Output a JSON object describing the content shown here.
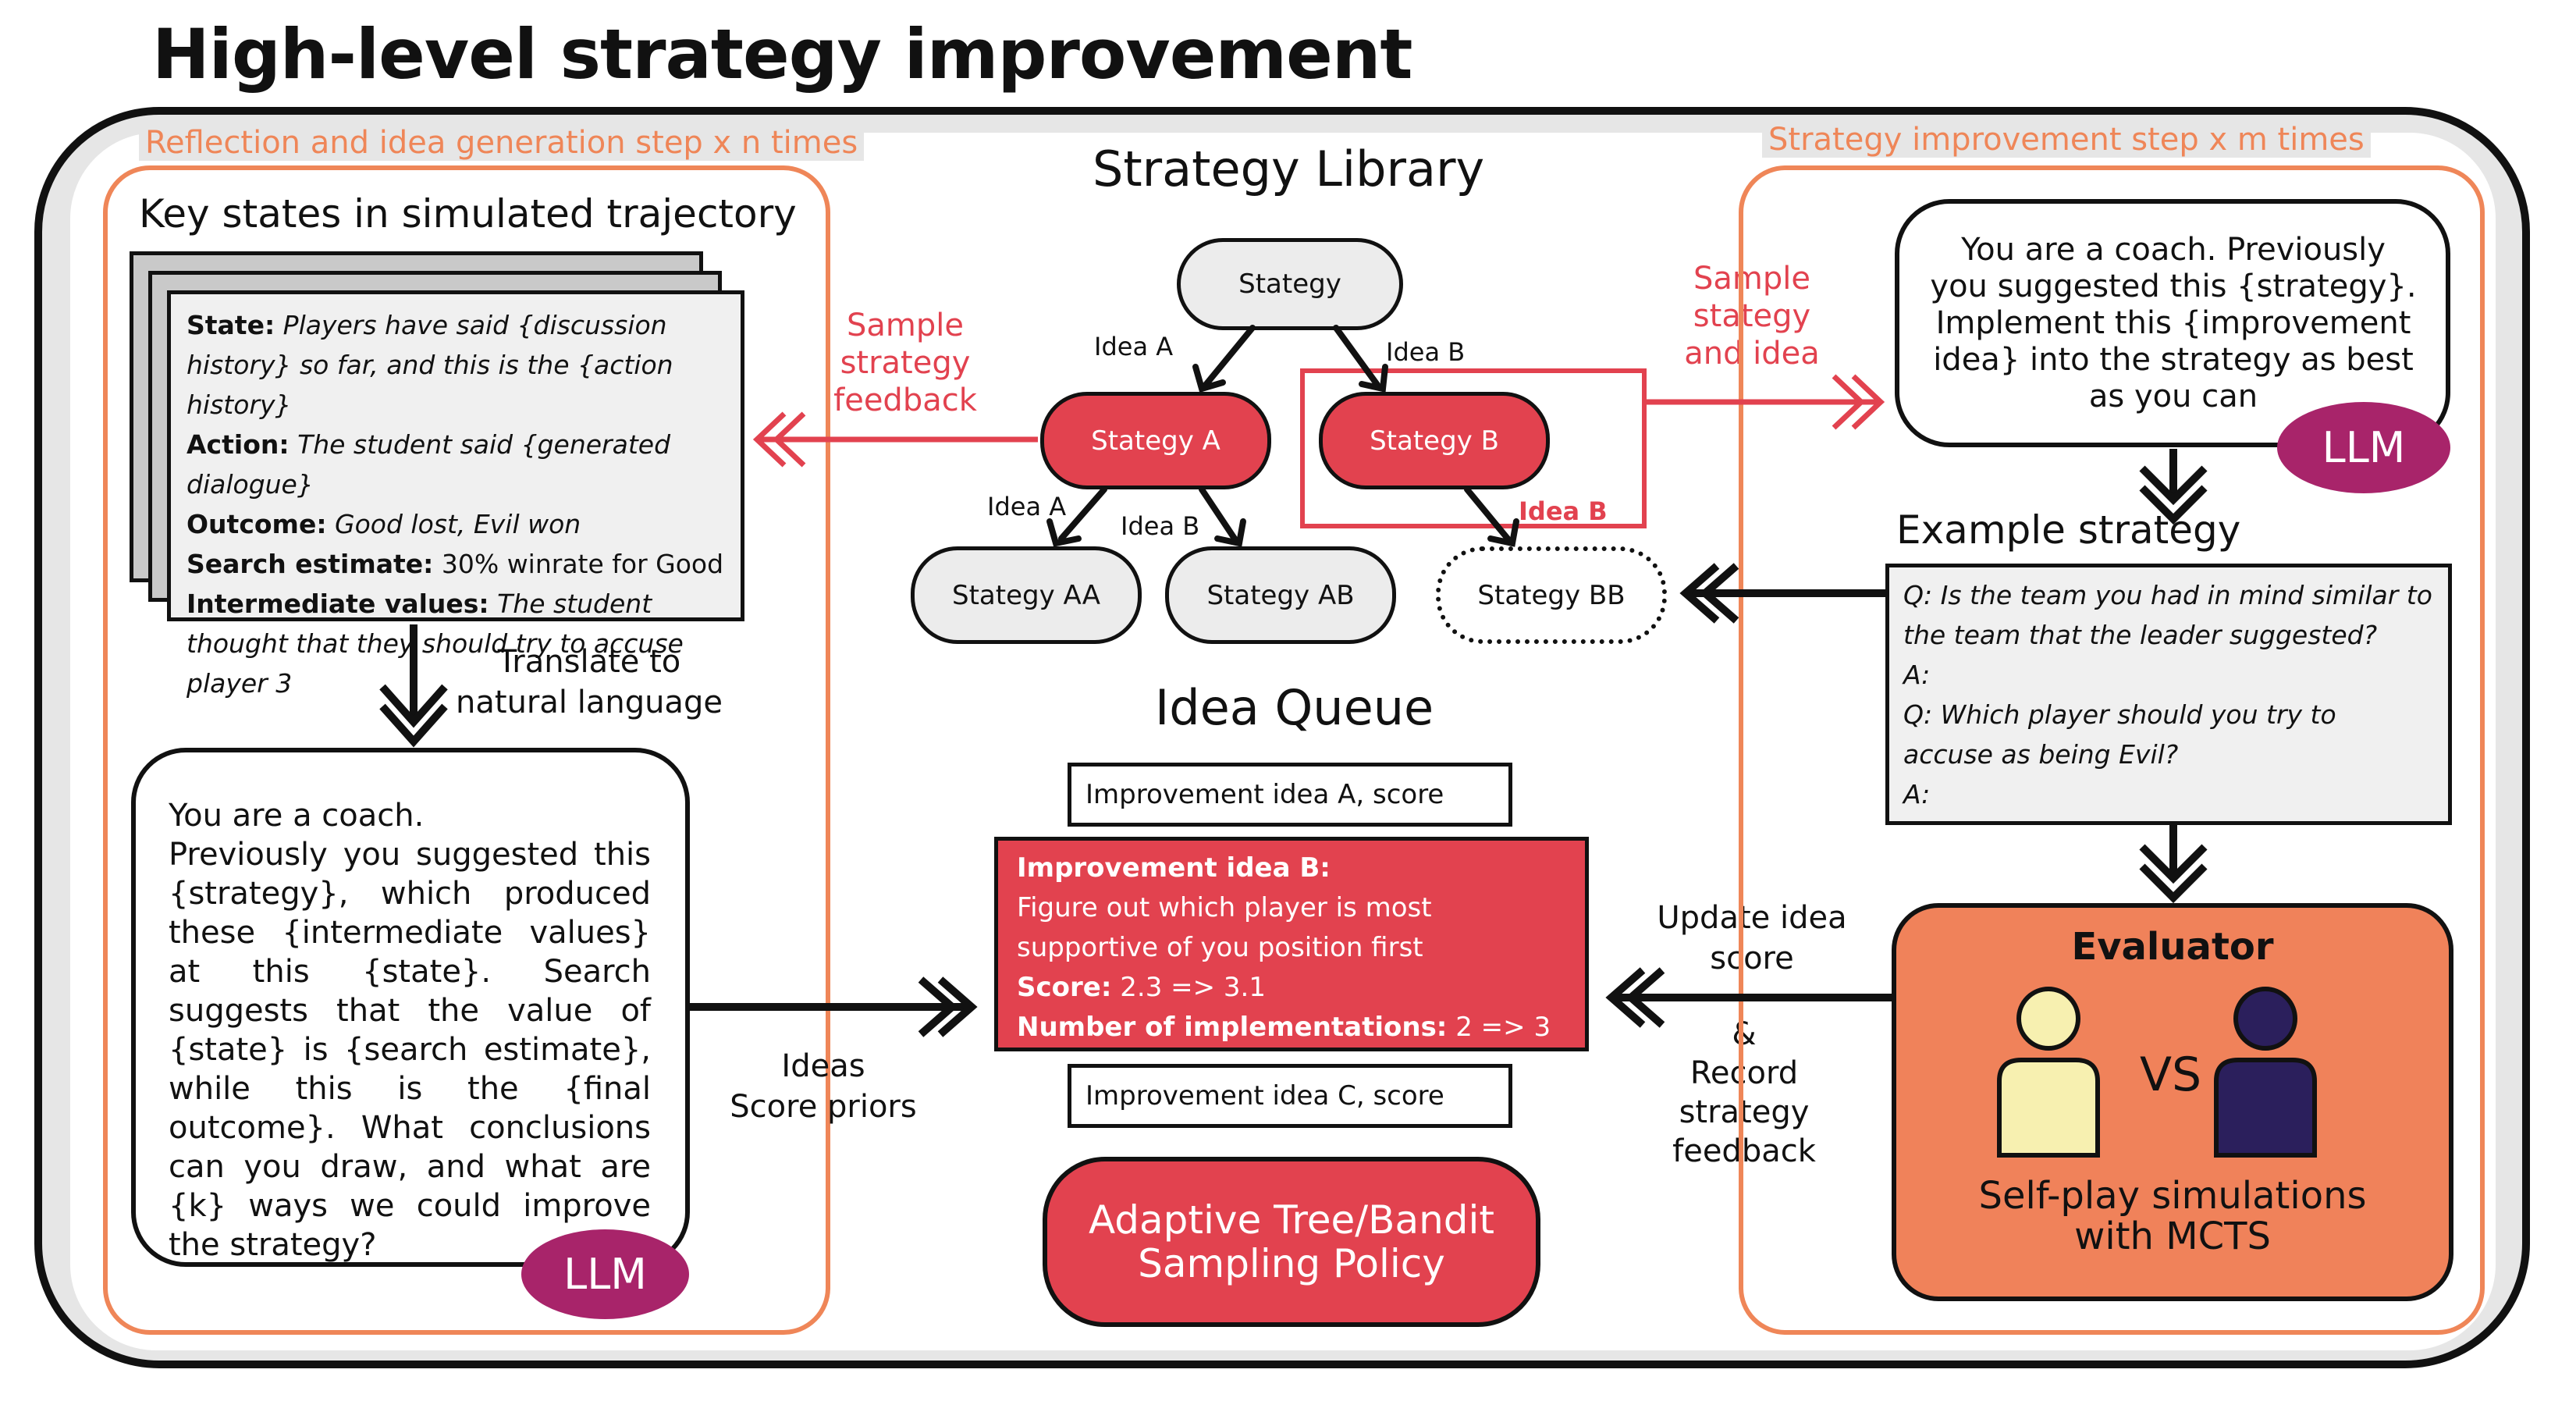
{
  "title": "High-level strategy improvement",
  "left_panel": {
    "label": "Reflection and idea generation step x n times",
    "heading": "Key states in simulated trajectory",
    "state_rows": [
      {
        "key": "State:",
        "value": "Players have said {discussion history} so far, and this is the {action history}"
      },
      {
        "key": "Action:",
        "value": "The student said {generated dialogue}"
      },
      {
        "key": "Outcome:",
        "value": "Good lost, Evil won"
      },
      {
        "key": "Search estimate:",
        "value": "30% winrate for Good"
      },
      {
        "key": "Intermediate values:",
        "value": "The student thought that they should try to accuse player 3"
      }
    ],
    "translate_label": "Translate to\nnatural language",
    "coach_prompt": "You are a coach.\nPreviously you suggested this {strategy}, which produced these {intermediate values} at this {state}. Search suggests that the value of {state} is {search estimate}, while this is the {final outcome}. What conclusions can you draw, and what are {k} ways we could improve the strategy?",
    "llm": "LLM"
  },
  "center": {
    "library_title": "Strategy Library",
    "nodes": {
      "root": "Stategy",
      "a": "Stategy A",
      "b": "Stategy B",
      "aa": "Stategy AA",
      "ab": "Stategy AB",
      "bb": "Stategy BB"
    },
    "edge_labels": {
      "root_a": "Idea A",
      "root_b": "Idea B",
      "a_aa": "Idea A",
      "a_ab": "Idea B",
      "b_bb": "Idea B"
    },
    "sample_feedback": "Sample\nstrategy\nfeedback",
    "sample_idea": "Sample\nstategy\nand idea",
    "queue_title": "Idea Queue",
    "queue_items": {
      "a": "Improvement idea A, score",
      "b_title": "Improvement idea B:",
      "b_desc": "Figure out which player is most supportive of you position first",
      "b_score_key": "Score:",
      "b_score_val": "2.3 => 3.1",
      "b_impl_key": "Number of implementations:",
      "b_impl_val": "2 => 3",
      "c": "Improvement idea C, score"
    },
    "ideas_label": "Ideas\nScore priors",
    "adaptive": "Adaptive Tree/Bandit\nSampling Policy",
    "update_label": "Update idea\nscore",
    "record_label": "&\nRecord\nstrategy\nfeedback"
  },
  "right_panel": {
    "label": "Strategy improvement step x m times",
    "coach_prompt": "You are a coach. Previously you suggested this {strategy}. Implement this {improvement idea} into the strategy as best as you can",
    "llm": "LLM",
    "example_heading": "Example strategy",
    "example_lines": [
      "Q: Is the team you had in mind similar to the team that the leader suggested?",
      "A:",
      "Q: Which player should you try to accuse as being Evil?",
      "A:"
    ],
    "evaluator_title": "Evaluator",
    "vs": "VS",
    "evaluator_caption": "Self-play simulations\nwith MCTS"
  },
  "colors": {
    "orange": "#ef8658",
    "red": "#e2424f",
    "purple": "#a8246a",
    "evaluator": "#f0825a",
    "player_light": "#f7f0b0",
    "player_dark": "#2b1f5c"
  }
}
